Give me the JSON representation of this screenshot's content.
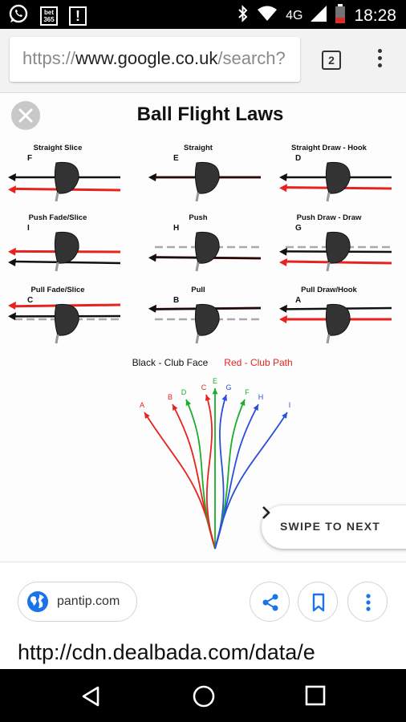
{
  "status_bar": {
    "time": "18:28",
    "network": "4G",
    "icons": [
      "whatsapp-icon",
      "bet365-icon",
      "alert-icon",
      "bluetooth-icon",
      "wifi-icon",
      "signal-icon",
      "battery-icon"
    ],
    "bet365_top": "bet",
    "bet365_bottom": "365"
  },
  "browser": {
    "url_scheme": "https://",
    "url_domain": "www.google.co.uk",
    "url_path": "/search?",
    "tab_count": "2"
  },
  "image_viewer": {
    "image": {
      "title": "Ball Flight Laws",
      "panels": [
        {
          "letter": "F",
          "caption": "Straight Slice"
        },
        {
          "letter": "E",
          "caption": "Straight"
        },
        {
          "letter": "D",
          "caption": "Straight Draw - Hook"
        },
        {
          "letter": "I",
          "caption": "Push Fade/Slice"
        },
        {
          "letter": "H",
          "caption": "Push"
        },
        {
          "letter": "G",
          "caption": "Push Draw - Draw"
        },
        {
          "letter": "C",
          "caption": "Pull Fade/Slice"
        },
        {
          "letter": "B",
          "caption": "Pull"
        },
        {
          "letter": "A",
          "caption": "Pull Draw/Hook"
        }
      ],
      "legend_black": "Black - Club Face",
      "legend_red": "Red - Club Path",
      "trajectory_labels": [
        "A",
        "B",
        "D",
        "C",
        "E",
        "G",
        "F",
        "H",
        "I"
      ]
    },
    "swipe_label": "SWIPE TO NEXT"
  },
  "info_bar": {
    "source_site": "pantip.com",
    "source_url": "http://cdn.dealbada.com/data/e"
  },
  "colors": {
    "red": "#e8231f",
    "green": "#1cae2a",
    "blue": "#2a4fd8",
    "accent": "#1a73e8"
  }
}
